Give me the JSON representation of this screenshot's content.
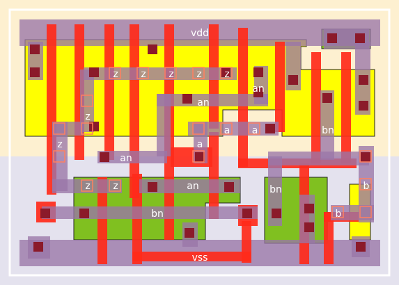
{
  "colors": {
    "nwell": "#fdf0d0",
    "pwell": "#e4e2ee",
    "pdiff": "#ffff00",
    "ndiff": "#80c020",
    "poly": "#ff2a1a",
    "metal": "#9a76a8",
    "contact": "#8b1a2a",
    "pin": "#ff8060"
  },
  "labels": {
    "vdd": "vdd",
    "vss": "vss",
    "z": "z",
    "an": "an",
    "bn": "bn",
    "a": "a",
    "b": "b"
  }
}
